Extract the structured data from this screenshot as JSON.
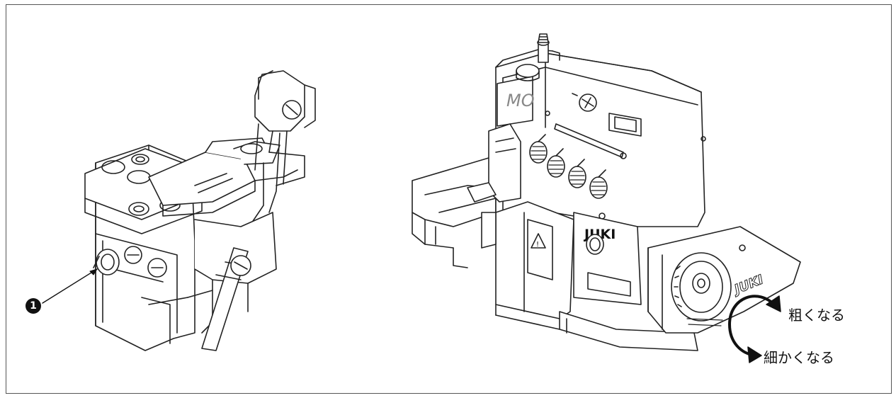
{
  "callout": {
    "number": "1"
  },
  "adjust_dial": {
    "coarse_label": "粗くなる",
    "fine_label": "細かくなる"
  },
  "machine": {
    "brand": "JUKI",
    "model_badge": "MO"
  }
}
